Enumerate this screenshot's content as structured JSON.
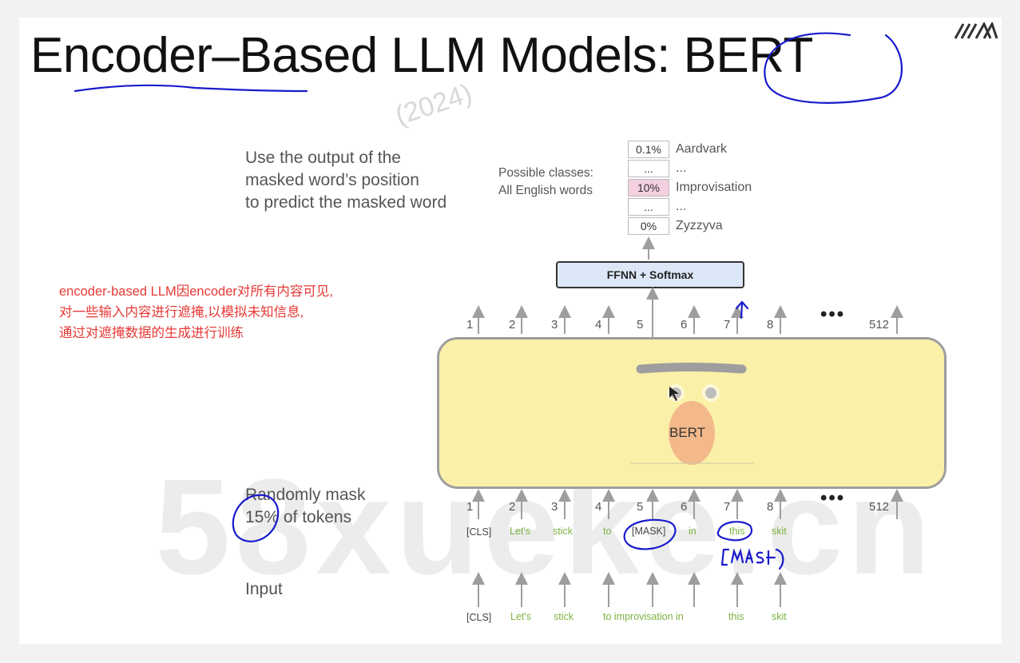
{
  "title": "Encoder–Based LLM Models: BERT",
  "watermark_year": "(2024)",
  "watermark_site": "58xueke.cn",
  "output_description": [
    "Use the output of the",
    "masked word’s position",
    "to predict the masked word"
  ],
  "possible_classes": [
    "Possible classes:",
    "All English words"
  ],
  "class_table": [
    {
      "prob": "0.1%",
      "word": "Aardvark",
      "highlight": false
    },
    {
      "prob": "...",
      "word": "...",
      "highlight": false
    },
    {
      "prob": "10%",
      "word": "Improvisation",
      "highlight": true
    },
    {
      "prob": "...",
      "word": "...",
      "highlight": false
    },
    {
      "prob": "0%",
      "word": "Zyzzyva",
      "highlight": false
    }
  ],
  "ffnn_label": "FFNN + Softmax",
  "chinese_note": [
    "encoder-based LLM因encoder对所有内容可见,",
    "对一些输入内容进行遮掩,以模拟未知信息,",
    "通过对遮掩数据的生成进行训练"
  ],
  "output_positions": [
    "1",
    "2",
    "3",
    "4",
    "5",
    "6",
    "7",
    "8",
    "512"
  ],
  "input_positions": [
    "1",
    "2",
    "3",
    "4",
    "5",
    "6",
    "7",
    "8",
    "512"
  ],
  "ellipsis": "•••",
  "bert_label": "BERT",
  "mask_description": [
    "Randomly mask",
    "15% of tokens"
  ],
  "masked_tokens": [
    "[CLS]",
    "Let's",
    "stick",
    "to",
    "[MASK]",
    "in",
    "this",
    "skit"
  ],
  "handwritten_mask": "[MASK]",
  "input_label": "Input",
  "input_tokens": [
    "[CLS]",
    "Let's",
    "stick",
    "to improvisation in",
    "this",
    "skit"
  ],
  "colors": {
    "accent_annotation": "#1a1acc",
    "note_red": "#e53935",
    "bert_body": "#fbf0a8",
    "ffnn_fill": "#dce8f7",
    "highlight_cell": "#f3cfe0",
    "token_green": "#7cb342"
  }
}
